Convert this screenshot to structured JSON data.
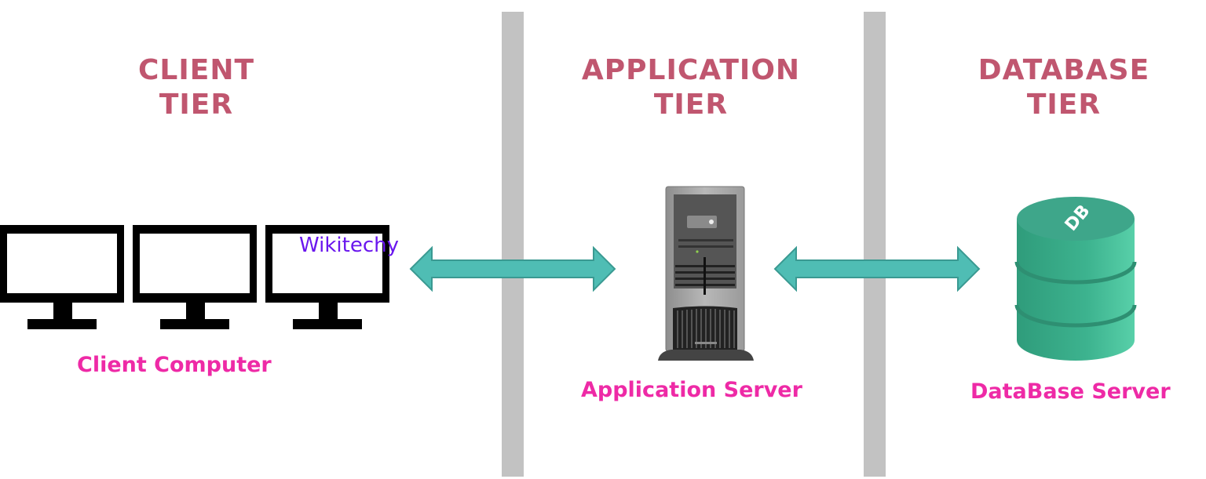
{
  "tiers": [
    {
      "title": "CLIENT\nTIER",
      "component": "Client Computer",
      "icon": "monitor-icon"
    },
    {
      "title": "APPLICATION\nTIER",
      "component": "Application Server",
      "icon": "server-tower-icon"
    },
    {
      "title": "DATABASE\nTIER",
      "component": "DataBase Server",
      "icon": "database-icon"
    }
  ],
  "database_icon_text": "DB",
  "watermark": "Wikitechy",
  "connections": [
    {
      "from": "Client Computer",
      "to": "Application Server",
      "direction": "bidirectional"
    },
    {
      "from": "Application Server",
      "to": "DataBase Server",
      "direction": "bidirectional"
    }
  ],
  "colors": {
    "tier_title": "#c0566f",
    "component_label": "#ee2aa6",
    "watermark": "#6a17ee",
    "arrow_fill": "#4fbdb4",
    "arrow_stroke": "#3a9a92",
    "database": "#3db38f",
    "divider": "#c2c2c2"
  }
}
